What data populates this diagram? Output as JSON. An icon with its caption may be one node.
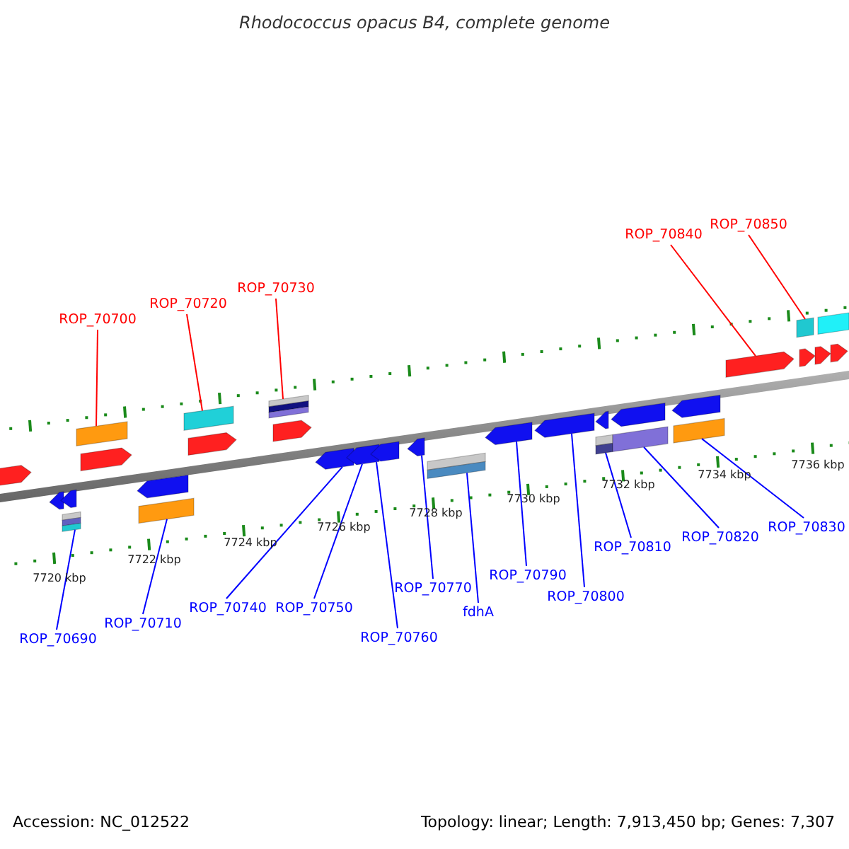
{
  "diagram": {
    "title": "Rhodococcus opacus B4, complete genome",
    "nodes": [
      {
        "text": [
          "ROP_70690"
        ]
      },
      {
        "text": [
          "ROP_70700"
        ]
      },
      {
        "text": [
          "ROP_70710"
        ]
      },
      {
        "text": [
          "ROP_70720"
        ]
      },
      {
        "text": [
          "ROP_70730"
        ]
      },
      {
        "text": [
          "ROP_70740"
        ]
      },
      {
        "text": [
          "ROP_70750"
        ]
      },
      {
        "text": [
          "ROP_70760"
        ]
      },
      {
        "text": [
          "ROP_70770"
        ]
      },
      {
        "text": [
          "fdhA"
        ]
      },
      {
        "text": [
          "ROP_70790"
        ]
      },
      {
        "text": [
          "ROP_70800"
        ]
      },
      {
        "text": [
          "ROP_70810"
        ]
      },
      {
        "text": [
          "ROP_70820"
        ]
      },
      {
        "text": [
          "ROP_70830"
        ]
      },
      {
        "text": [
          "ROP_70840"
        ]
      },
      {
        "text": [
          "ROP_70850"
        ]
      },
      {
        "text": [],
        "shape": "bar"
      },
      {
        "text": [],
        "shape": "bar"
      },
      {
        "text": [],
        "shape": "bar"
      },
      {
        "text": [],
        "shape": "box"
      },
      {
        "text": [],
        "shape": "box"
      },
      {
        "text": [],
        "shape": "bar"
      },
      {
        "text": [],
        "shape": "bar"
      },
      {
        "text": [],
        "shape": "box"
      },
      {
        "text": [],
        "shape": "box"
      },
      {
        "text": [],
        "shape": "bar"
      },
      {
        "text": [],
        "shape": "box"
      },
      {
        "text": [],
        "shape": "bar"
      },
      {
        "text": [],
        "shape": "bar"
      },
      {
        "text": [],
        "shape": "bar"
      },
      {
        "text": [],
        "shape": "bar"
      },
      {
        "text": [],
        "shape": "bar"
      },
      {
        "text": [],
        "shape": "box"
      },
      {
        "text": [],
        "shape": "bar"
      },
      {
        "text": [],
        "shape": "bar"
      },
      {
        "text": [],
        "shape": "bar"
      },
      {
        "text": [],
        "shape": "box"
      },
      {
        "text": [],
        "shape": "bar"
      },
      {
        "text": [],
        "shape": "box"
      },
      {
        "text": [],
        "shape": "bar"
      },
      {
        "text": [],
        "shape": "box"
      },
      {
        "text": [],
        "shape": "bar"
      },
      {
        "text": [],
        "shape": "box"
      },
      {
        "text": [],
        "shape": "bar"
      },
      {
        "text": [],
        "shape": "bar"
      },
      {
        "text": [],
        "shape": "box"
      },
      {
        "text": [],
        "shape": "bar"
      }
    ],
    "edges": [
      {
        "from": 0,
        "to": 20,
        "arrow": "none"
      },
      {
        "from": 1,
        "to": 21,
        "arrow": "none",
        "color": "#ff0000"
      },
      {
        "from": 2,
        "to": 24,
        "arrow": "none"
      },
      {
        "from": 3,
        "to": 25,
        "arrow": "none",
        "color": "#ff0000"
      },
      {
        "from": 4,
        "to": 27,
        "arrow": "none",
        "color": "#ff0000"
      },
      {
        "from": 5,
        "to": 29,
        "arrow": "none"
      },
      {
        "from": 6,
        "to": 30,
        "arrow": "none"
      },
      {
        "from": 7,
        "to": 31,
        "arrow": "none"
      },
      {
        "from": 8,
        "to": 32,
        "arrow": "none"
      },
      {
        "from": 9,
        "to": 33,
        "arrow": "none"
      },
      {
        "from": 10,
        "to": 34,
        "arrow": "none"
      },
      {
        "from": 11,
        "to": 35,
        "arrow": "none"
      },
      {
        "from": 12,
        "to": 37,
        "arrow": "none"
      },
      {
        "from": 13,
        "to": 39,
        "arrow": "none"
      },
      {
        "from": 14,
        "to": 41,
        "arrow": "none"
      },
      {
        "from": 15,
        "to": 42,
        "arrow": "none",
        "color": "#ff0000"
      },
      {
        "from": 16,
        "to": 43,
        "arrow": "none",
        "color": "#ff0000"
      }
    ],
    "labels": [
      "7720 kbp",
      "7722 kbp",
      "7724 kbp",
      "7726 kbp",
      "7728 kbp",
      "7730 kbp",
      "7732 kbp",
      "7734 kbp",
      "7736 kbp",
      "Accession: NC_012522",
      "Topology: linear; Length: 7,913,450 bp; Genes: 7,307"
    ]
  }
}
